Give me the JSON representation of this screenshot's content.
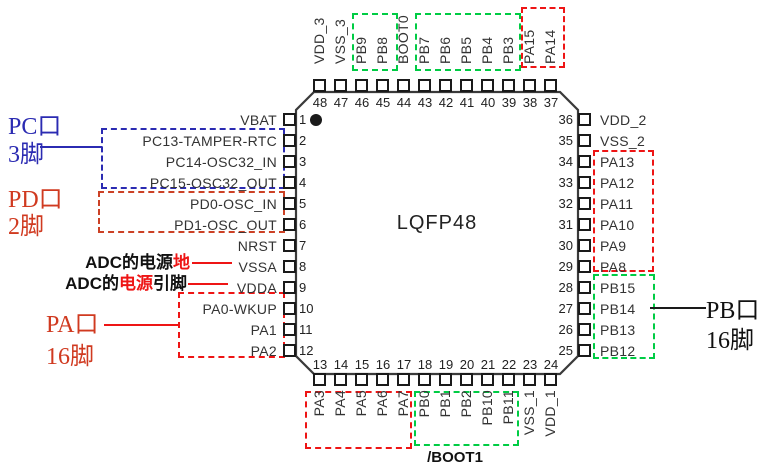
{
  "package": {
    "label": "LQFP48"
  },
  "pins": {
    "left": [
      {
        "num": "1",
        "label": "VBAT"
      },
      {
        "num": "2",
        "label": "PC13-TAMPER-RTC"
      },
      {
        "num": "3",
        "label": "PC14-OSC32_IN"
      },
      {
        "num": "4",
        "label": "PC15-OSC32_OUT"
      },
      {
        "num": "5",
        "label": "PD0-OSC_IN"
      },
      {
        "num": "6",
        "label": "PD1-OSC_OUT"
      },
      {
        "num": "7",
        "label": "NRST"
      },
      {
        "num": "8",
        "label": "VSSA"
      },
      {
        "num": "9",
        "label": "VDDA"
      },
      {
        "num": "10",
        "label": "PA0-WKUP"
      },
      {
        "num": "11",
        "label": "PA1"
      },
      {
        "num": "12",
        "label": "PA2"
      }
    ],
    "top": [
      {
        "num": "48",
        "label": "VDD_3"
      },
      {
        "num": "47",
        "label": "VSS_3"
      },
      {
        "num": "46",
        "label": "PB9"
      },
      {
        "num": "45",
        "label": "PB8"
      },
      {
        "num": "44",
        "label": "BOOT0"
      },
      {
        "num": "43",
        "label": "PB7"
      },
      {
        "num": "42",
        "label": "PB6"
      },
      {
        "num": "41",
        "label": "PB5"
      },
      {
        "num": "40",
        "label": "PB4"
      },
      {
        "num": "39",
        "label": "PB3"
      },
      {
        "num": "38",
        "label": "PA15"
      },
      {
        "num": "37",
        "label": "PA14"
      }
    ],
    "right": [
      {
        "num": "36",
        "label": "VDD_2"
      },
      {
        "num": "35",
        "label": "VSS_2"
      },
      {
        "num": "34",
        "label": "PA13"
      },
      {
        "num": "33",
        "label": "PA12"
      },
      {
        "num": "32",
        "label": "PA11"
      },
      {
        "num": "31",
        "label": "PA10"
      },
      {
        "num": "30",
        "label": "PA9"
      },
      {
        "num": "29",
        "label": "PA8"
      },
      {
        "num": "28",
        "label": "PB15"
      },
      {
        "num": "27",
        "label": "PB14"
      },
      {
        "num": "26",
        "label": "PB13"
      },
      {
        "num": "25",
        "label": "PB12"
      }
    ],
    "bottom": [
      {
        "num": "13",
        "label": "PA3"
      },
      {
        "num": "14",
        "label": "PA4"
      },
      {
        "num": "15",
        "label": "PA5"
      },
      {
        "num": "16",
        "label": "PA6"
      },
      {
        "num": "17",
        "label": "PA7"
      },
      {
        "num": "18",
        "label": "PB0"
      },
      {
        "num": "19",
        "label": "PB1"
      },
      {
        "num": "20",
        "label": "PB2"
      },
      {
        "num": "21",
        "label": "PB10"
      },
      {
        "num": "22",
        "label": "PB11"
      },
      {
        "num": "23",
        "label": "VSS_1"
      },
      {
        "num": "24",
        "label": "VDD_1"
      }
    ]
  },
  "annotations": {
    "pc_port": "PC口",
    "pc_pins": "3脚",
    "pd_port": "PD口",
    "pd_pins": "2脚",
    "adc_gnd_black": "ADC的电源",
    "adc_gnd_red": "地",
    "adc_pwr_black1": "ADC的",
    "adc_pwr_red": "电源",
    "adc_pwr_black2": "引脚",
    "pa_port": "PA口",
    "pa_pins": "16脚",
    "pb_port": "PB口",
    "pb_pins": "16脚",
    "boot1": "/BOOT1"
  },
  "colors": {
    "blue": "#2b2bb2",
    "red": "#ee1515",
    "orange_red": "#cc4125",
    "red_text": "#d03a20",
    "green": "#00cc44",
    "black": "#111111"
  }
}
